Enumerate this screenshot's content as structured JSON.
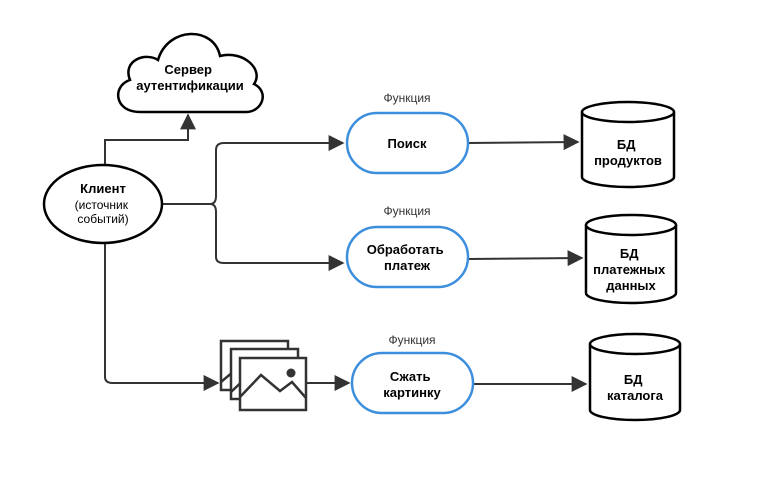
{
  "nodes": {
    "auth_server": {
      "lines": [
        "Сервер",
        "аутентификации"
      ]
    },
    "client": {
      "title": "Клиент",
      "sub": [
        "(источник",
        "событий)"
      ]
    },
    "search": {
      "label": "Поиск",
      "caption": "Функция"
    },
    "payment": {
      "lines": [
        "Обработать",
        "платеж"
      ],
      "caption": "Функция"
    },
    "compress": {
      "lines": [
        "Сжать",
        "картинку"
      ],
      "caption": "Функция"
    },
    "db_products": {
      "lines": [
        "БД",
        "продуктов"
      ]
    },
    "db_payments": {
      "lines": [
        "БД",
        "платежных",
        "данных"
      ]
    },
    "db_catalog": {
      "lines": [
        "БД",
        "каталога"
      ]
    }
  },
  "colors": {
    "function_stroke": "#3d8fdd",
    "stroke": "#333333"
  },
  "icons": {
    "images": "images-stack-icon"
  }
}
